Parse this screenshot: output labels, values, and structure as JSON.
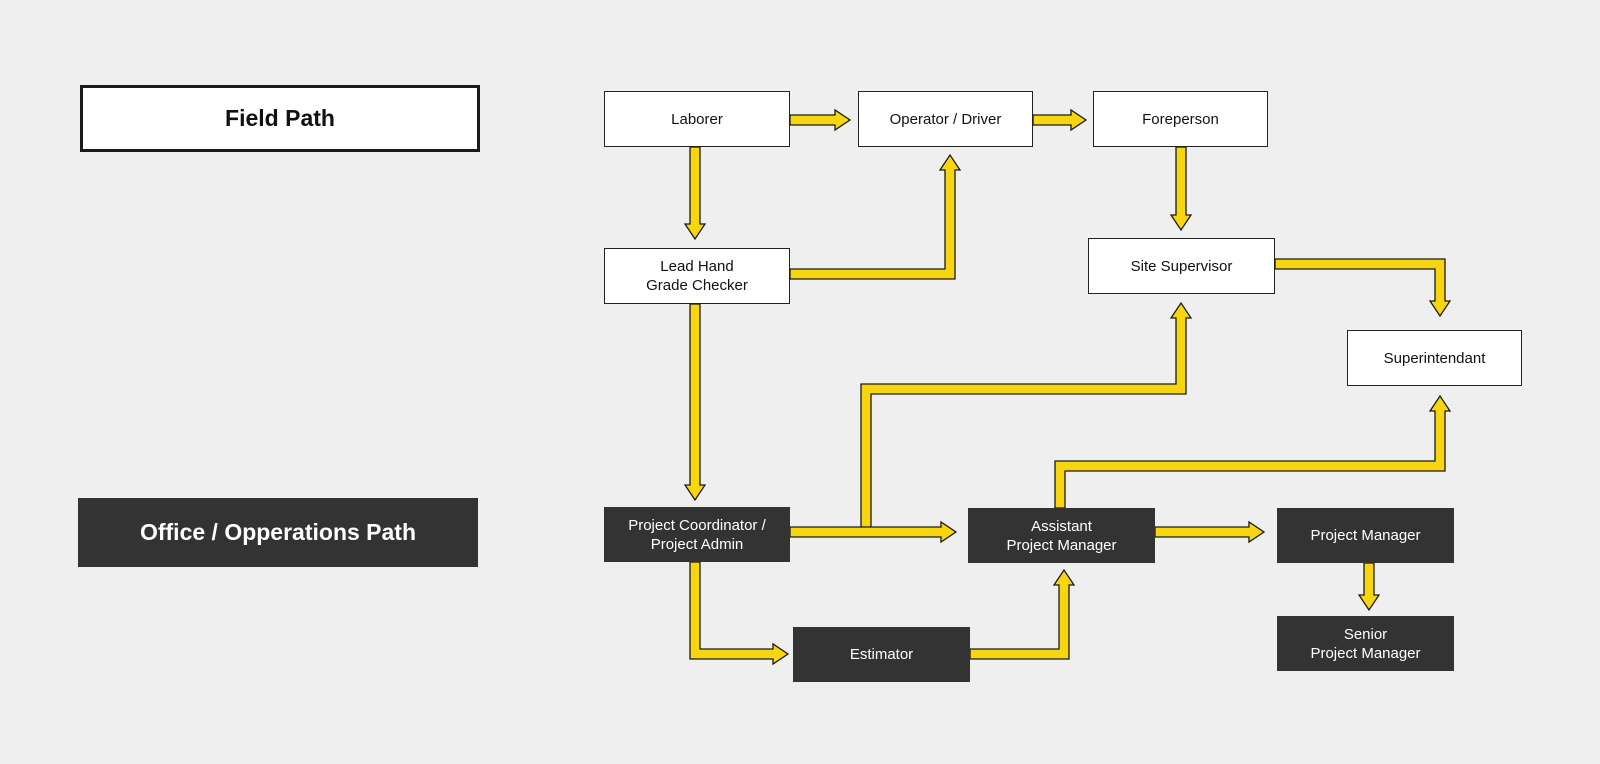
{
  "legend": {
    "field_label": "Field Path",
    "office_label": "Office / Opperations Path"
  },
  "nodes": {
    "laborer": [
      "Laborer"
    ],
    "operator_driver": [
      "Operator / Driver"
    ],
    "foreperson": [
      "Foreperson"
    ],
    "lead_hand": [
      "Lead Hand",
      "Grade Checker"
    ],
    "site_supervisor": [
      "Site Supervisor"
    ],
    "superintendant": [
      "Superintendant"
    ],
    "project_coordinator": [
      "Project Coordinator /",
      "Project Admin"
    ],
    "assistant_pm": [
      "Assistant",
      "Project Manager"
    ],
    "project_manager": [
      "Project Manager"
    ],
    "estimator": [
      "Estimator"
    ],
    "senior_pm": [
      "Senior",
      "Project Manager"
    ]
  },
  "colors": {
    "arrow_fill": "#f7d60f",
    "arrow_stroke": "#1a1a1a",
    "field_box": "#ffffff",
    "office_box": "#333333",
    "background": "#efefef"
  }
}
